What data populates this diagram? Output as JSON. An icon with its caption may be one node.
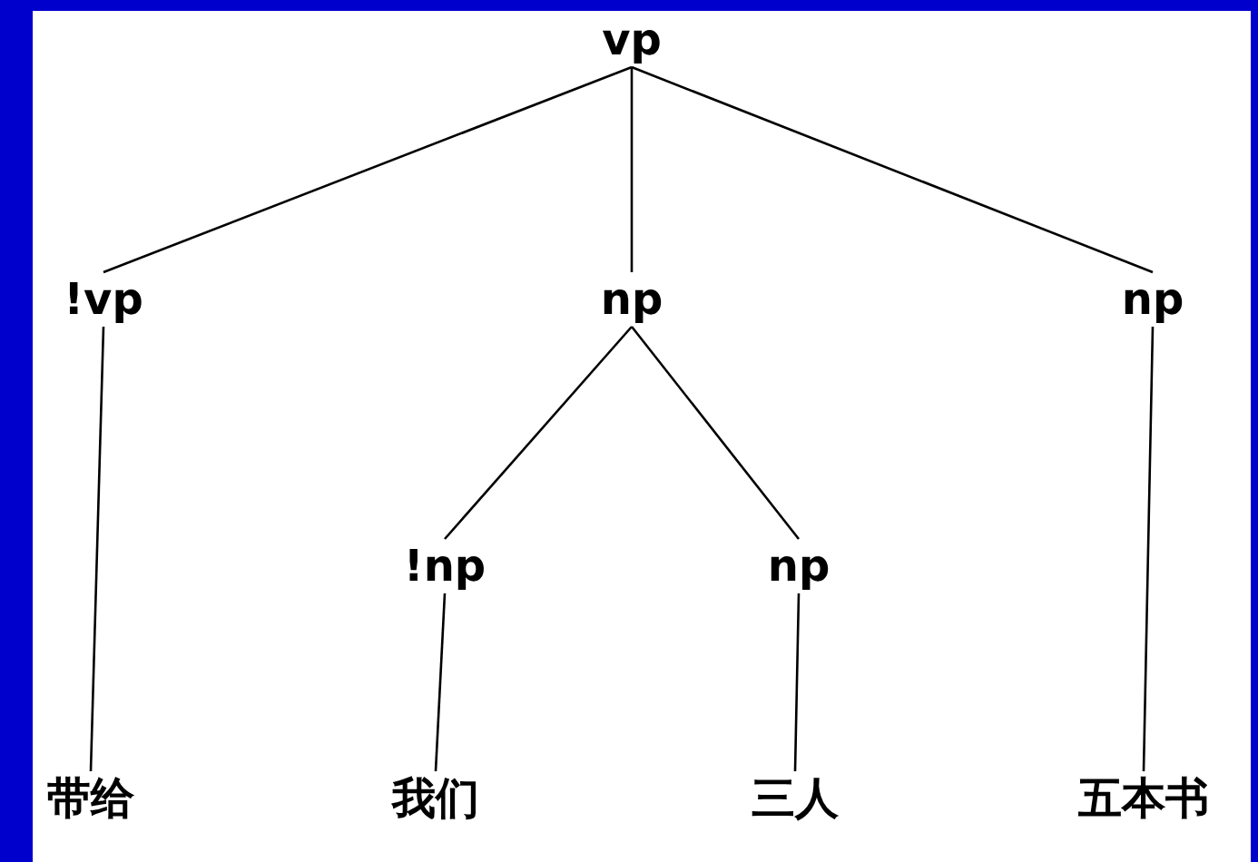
{
  "diagram": {
    "nodes": [
      {
        "text": [
          "vp"
        ]
      },
      {
        "text": [
          "!vp"
        ]
      },
      {
        "text": [
          "np"
        ]
      },
      {
        "text": [
          "np"
        ]
      },
      {
        "text": [
          "!np"
        ]
      },
      {
        "text": [
          "np"
        ]
      },
      {
        "text": [
          "带给"
        ]
      },
      {
        "text": [
          "我们"
        ]
      },
      {
        "text": [
          "三人"
        ]
      },
      {
        "text": [
          "五本书"
        ]
      }
    ],
    "edges": [
      {
        "from": 0,
        "to": 1,
        "arrow": "none"
      },
      {
        "from": 0,
        "to": 2,
        "arrow": "none"
      },
      {
        "from": 0,
        "to": 3,
        "arrow": "none"
      },
      {
        "from": 1,
        "to": 6,
        "arrow": "none"
      },
      {
        "from": 2,
        "to": 4,
        "arrow": "none"
      },
      {
        "from": 2,
        "to": 5,
        "arrow": "none"
      },
      {
        "from": 3,
        "to": 9,
        "arrow": "none"
      },
      {
        "from": 4,
        "to": 7,
        "arrow": "none"
      },
      {
        "from": 5,
        "to": 8,
        "arrow": "none"
      }
    ]
  }
}
